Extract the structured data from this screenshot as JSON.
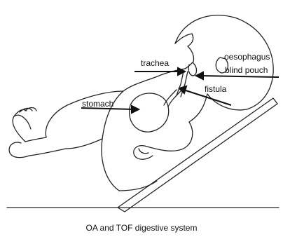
{
  "labels": {
    "trachea": "trachea",
    "oesophagus_line1": "oesophagus",
    "oesophagus_line2": "blind pouch",
    "fistula": "fistula",
    "stomach": "stomach"
  },
  "caption": "OA and TOF digestive system",
  "colors": {
    "line": "#222222",
    "background": "#ffffff"
  }
}
